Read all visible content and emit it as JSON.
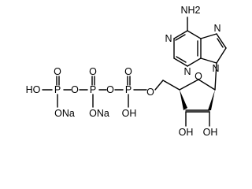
{
  "labels": {
    "nh2": "NH2",
    "n1": "N",
    "n3": "N",
    "n7": "N",
    "n9": "N",
    "ring_o": "O",
    "ester_o": "O",
    "oh2": "OH",
    "oh3": "OH",
    "pa": "P",
    "pb": "P",
    "pg": "P",
    "o_pa_double": "O",
    "o_pb_double": "O",
    "o_pg_double": "O",
    "o_pa_pb": "O",
    "o_pb_pg": "O",
    "pg_oh": "HO",
    "pa_oh": "OH",
    "pb_ona": "ONa",
    "pg_ona": "ONa"
  }
}
